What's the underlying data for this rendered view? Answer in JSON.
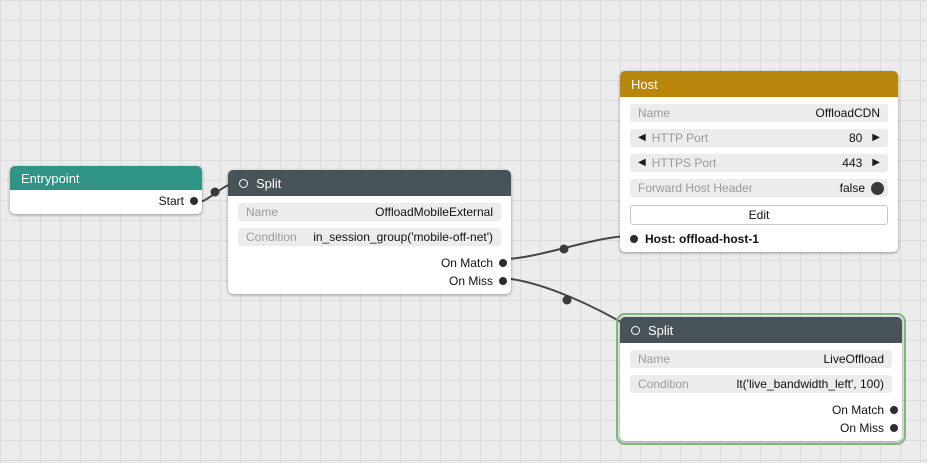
{
  "colors": {
    "entrypoint_header": "#2f9485",
    "split_header": "#475359",
    "host_header": "#b8860b",
    "selection": "#7ab87c",
    "edge": "#474747"
  },
  "icons": {
    "stepper_decrement": "◀",
    "stepper_increment": "▶",
    "output_port": "filled-circle",
    "input_port": "open-circle"
  },
  "nodes": {
    "entrypoint": {
      "title": "Entrypoint",
      "start_label": "Start"
    },
    "split1": {
      "title": "Split",
      "fields": [
        {
          "label": "Name",
          "value": "OffloadMobileExternal"
        },
        {
          "label": "Condition",
          "value": "in_session_group('mobile-off-net')"
        }
      ],
      "on_match_label": "On Match",
      "on_miss_label": "On Miss"
    },
    "host": {
      "title": "Host",
      "fields": [
        {
          "label": "Name",
          "value": "OffloadCDN"
        },
        {
          "label": "HTTP Port",
          "value": "80"
        },
        {
          "label": "HTTPS Port",
          "value": "443"
        },
        {
          "label": "Forward Host Header",
          "value": "false"
        }
      ],
      "edit_label": "Edit",
      "input_port_label": "Host: offload-host-1"
    },
    "split2": {
      "title": "Split",
      "selected": true,
      "fields": [
        {
          "label": "Name",
          "value": "LiveOffload"
        },
        {
          "label": "Condition",
          "value": "lt('live_bandwidth_left', 100)"
        }
      ],
      "on_match_label": "On Match",
      "on_miss_label": "On Miss"
    }
  },
  "edges": [
    {
      "from": "Entrypoint.Start",
      "to": "Split(OffloadMobileExternal).input"
    },
    {
      "from": "Split(OffloadMobileExternal).OnMatch",
      "to": "Host(OffloadCDN).input"
    },
    {
      "from": "Split(OffloadMobileExternal).OnMiss",
      "to": "Split(LiveOffload).input"
    }
  ]
}
